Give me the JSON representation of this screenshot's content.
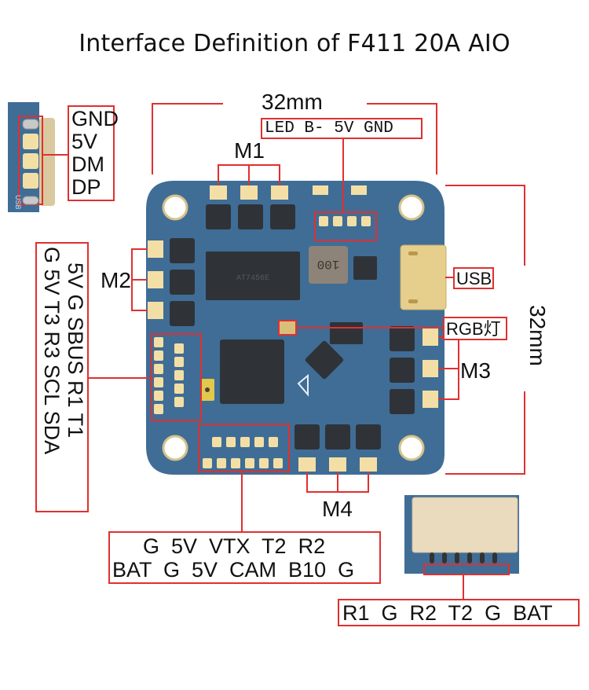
{
  "title": "Interface Definition of F411 20A AIO",
  "dimensions": {
    "width_label": "32mm",
    "height_label": "32mm"
  },
  "usb_pads": {
    "labels": [
      "GND",
      "5V",
      "DM",
      "DP"
    ],
    "board_silk": "USB"
  },
  "led_pads": {
    "label": "LED B- 5V GND",
    "silk": [
      "LED",
      "B-",
      "5V",
      "GND"
    ]
  },
  "motors": {
    "m1": "M1",
    "m2": "M2",
    "m3": "M3",
    "m4": "M4"
  },
  "left_pads": {
    "row1": "5V  G  SBUS  R1  T1",
    "row2": "G  5V  T3  R3  SCL  SDA",
    "silk_row1": [
      "5V",
      "G",
      "SBUS",
      "R1",
      "T1"
    ],
    "silk_row2": [
      "G",
      "5V",
      "T3",
      "R3",
      "SCL",
      "SDA"
    ]
  },
  "bottom_pads": {
    "row1": "G  5V  VTX  T2  R2",
    "row2": "BAT  G  5V  CAM  B10  G",
    "silk_row1": [
      "G",
      "5V",
      "VTX",
      "T2",
      "R2"
    ],
    "silk_row2": [
      "BAT",
      "G",
      "5V",
      "CAM",
      "B10",
      "G"
    ]
  },
  "usb_port_label": "USB",
  "rgb_label": "RGB灯",
  "connector": {
    "label": "R1  G  R2  T2  G  BAT",
    "silk": [
      "R1",
      "G",
      "R2",
      "T2",
      "G",
      "BAT"
    ]
  },
  "board": {
    "inductor_text": "100",
    "chip_text": "AT7456E"
  },
  "colors": {
    "accent": "#e03030",
    "pcb": "#3f6d96",
    "pad": "#f3dfa5",
    "chip": "#2f3338"
  }
}
